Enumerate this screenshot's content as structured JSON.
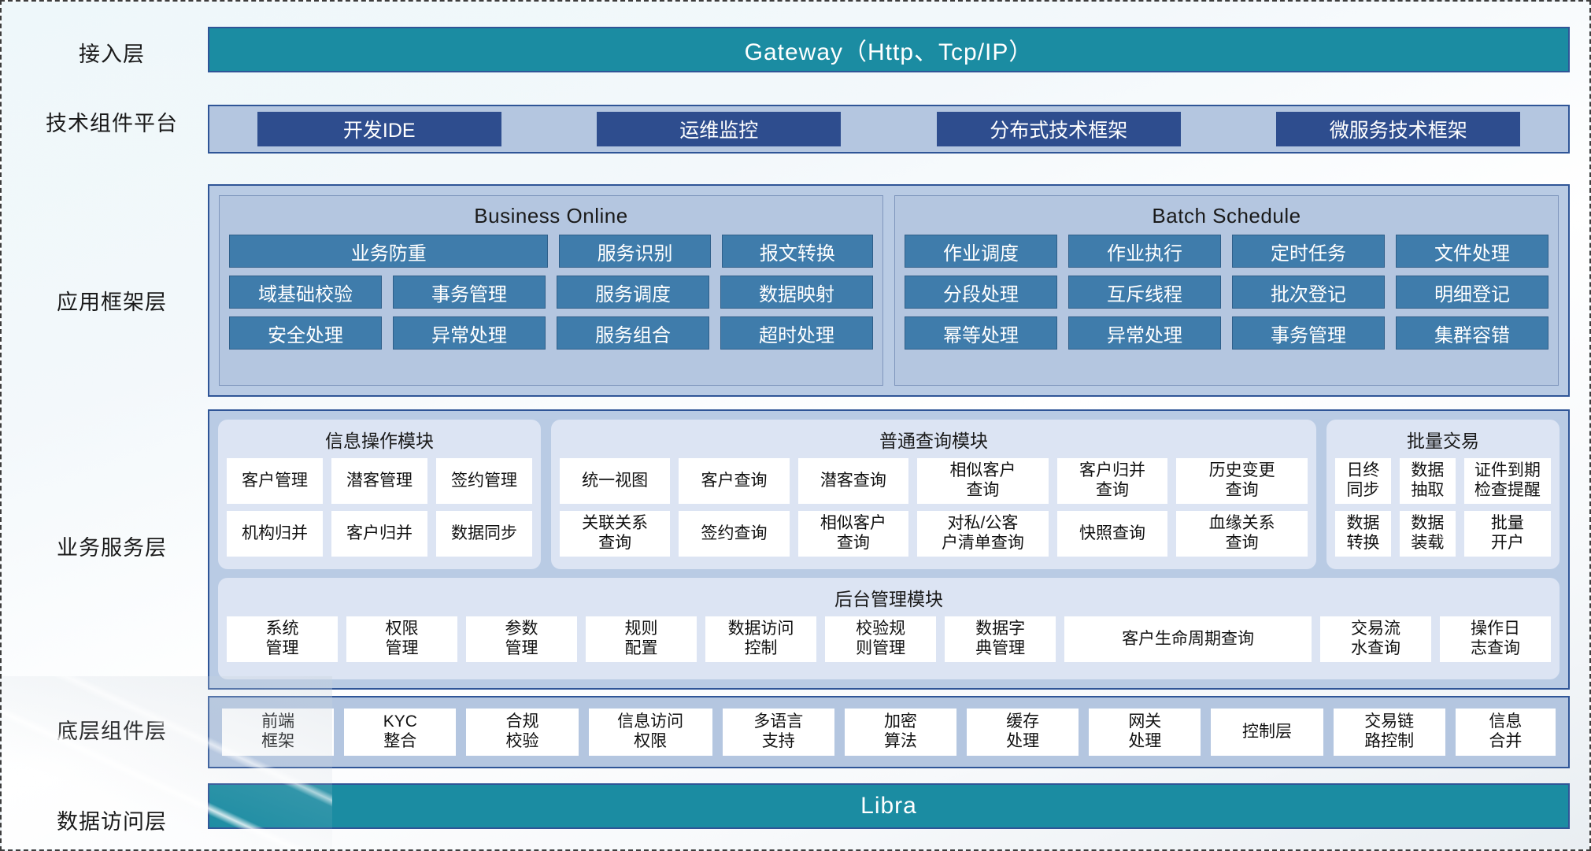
{
  "diagram": {
    "title": "分层架构图",
    "colors": {
      "teal": "#1b8ca2",
      "navy_chip": "#2e4d8e",
      "steel_panel": "#b4c6e0",
      "framework_cell": "#3f7cab",
      "service_card": "#dce4f3",
      "border": "#2f5597"
    }
  },
  "layers": [
    {
      "label": "接入层",
      "banner": "Gateway（Http、Tcp/IP）"
    },
    {
      "label": "技术组件平台",
      "chips": [
        "开发IDE",
        "运维监控",
        "分布式技术框架",
        "微服务技术框架"
      ]
    },
    {
      "label": "应用框架层",
      "groups": [
        {
          "title": "Business Online",
          "rows": [
            [
              "业务防重",
              "服务识别",
              "报文转换"
            ],
            [
              "域基础校验",
              "事务管理",
              "服务调度",
              "数据映射"
            ],
            [
              "安全处理",
              "异常处理",
              "服务组合",
              "超时处理"
            ]
          ]
        },
        {
          "title": "Batch Schedule",
          "rows": [
            [
              "作业调度",
              "作业执行",
              "定时任务",
              "文件处理"
            ],
            [
              "分段处理",
              "互斥线程",
              "批次登记",
              "明细登记"
            ],
            [
              "幂等处理",
              "异常处理",
              "事务管理",
              "集群容错"
            ]
          ]
        }
      ]
    },
    {
      "label": "业务服务层",
      "modules": [
        {
          "title": "信息操作模块",
          "rows": [
            [
              "客户管理",
              "潜客管理",
              "签约管理"
            ],
            [
              "机构归并",
              "客户归并",
              "数据同步"
            ]
          ]
        },
        {
          "title": "普通查询模块",
          "rows": [
            [
              "统一视图",
              "客户查询",
              "潜客查询",
              "相似客户\n查询",
              "客户归并\n查询",
              "历史变更\n查询"
            ],
            [
              "关联关系\n查询",
              "签约查询",
              "相似客户\n查询",
              "对私/公客\n户清单查询",
              "快照查询",
              "血缘关系\n查询"
            ]
          ]
        },
        {
          "title": "批量交易",
          "rows": [
            [
              "日终\n同步",
              "数据\n抽取",
              "证件到期\n检查提醒"
            ],
            [
              "数据\n转换",
              "数据\n装载",
              "批量\n开户"
            ]
          ]
        }
      ],
      "admin": {
        "title": "后台管理模块",
        "items": [
          "系统\n管理",
          "权限\n管理",
          "参数\n管理",
          "规则\n配置",
          "数据访问\n控制",
          "校验规\n则管理",
          "数据字\n典管理",
          "客户生命周期查询",
          "交易流\n水查询",
          "操作日\n志查询"
        ]
      }
    },
    {
      "label": "底层组件层",
      "items": [
        "前端\n框架",
        "KYC\n整合",
        "合规\n校验",
        "信息访问\n权限",
        "多语言\n支持",
        "加密\n算法",
        "缓存\n处理",
        "网关\n处理",
        "控制层",
        "交易链\n路控制",
        "信息\n合并"
      ]
    },
    {
      "label": "数据访问层",
      "banner": "Libra"
    }
  ]
}
